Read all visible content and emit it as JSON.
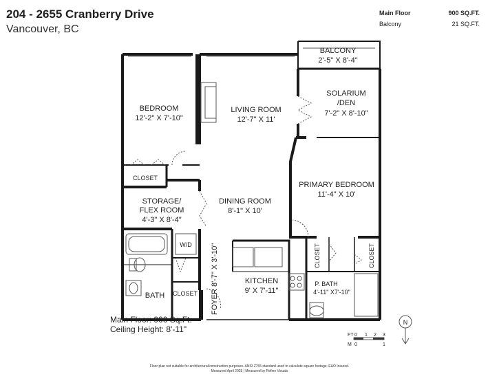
{
  "header": {
    "title": "204 - 2655 Cranberry Drive",
    "subtitle": "Vancouver, BC"
  },
  "area_table": [
    {
      "label": "Main Floor",
      "value": "900 SQ.FT.",
      "bold": true
    },
    {
      "label": "Balcony",
      "value": "21 SQ.FT.",
      "bold": false
    }
  ],
  "rooms": {
    "balcony": {
      "name": "BALCONY",
      "dim": "2'-5\" X 8'-4\""
    },
    "solarium": {
      "name_line1": "SOLARIUM",
      "name_line2": "/DEN",
      "dim": "7'-2\" X 8'-10\""
    },
    "bedroom": {
      "name": "BEDROOM",
      "dim": "12'-2\" X 7'-10\""
    },
    "living": {
      "name": "LIVING ROOM",
      "dim": "12'-7\" X 11'"
    },
    "primary": {
      "name": "PRIMARY BEDROOM",
      "dim": "11'-4\" X 10'"
    },
    "dining": {
      "name": "DINING ROOM",
      "dim": "8'-1\" X 10'"
    },
    "storage": {
      "name_line1": "STORAGE/",
      "name_line2": "FLEX ROOM",
      "dim": "4'-3\" X 8'-4\""
    },
    "kitchen": {
      "name": "KITCHEN",
      "dim": "9' X 7'-11\""
    },
    "foyer": {
      "text": "FOYER  8'-7\" X 3'-10\""
    },
    "pbath": {
      "name": "P. BATH",
      "dim": "4'-11\" X7'-10\""
    },
    "bath": {
      "name": "BATH"
    },
    "closet_bed": "CLOSET",
    "closet_entry": "CLOSET",
    "closet_p1": "CLOSET",
    "closet_p2": "CLOSET",
    "wd": "W/D"
  },
  "notes": {
    "main_floor": "Main Floor: 900 Sq.Ft.",
    "ceiling": "Ceiling Height: 8'-11\""
  },
  "scale": {
    "ft_label": "FT",
    "ft_ticks": [
      "0",
      "1",
      "2",
      "3"
    ],
    "m_label": "M",
    "m_ticks": [
      "0",
      "1"
    ]
  },
  "compass": {
    "label": "N"
  },
  "footer": {
    "line1": "Floor plan not suitable for architectural/construction purposes. ANSI Z765 standard used to calculate square footage. E&O Insured.",
    "line2": "Measured April 2025 | Measured by Refine Visuals"
  },
  "colors": {
    "wall": "#1a1a1a",
    "line": "#555555"
  }
}
